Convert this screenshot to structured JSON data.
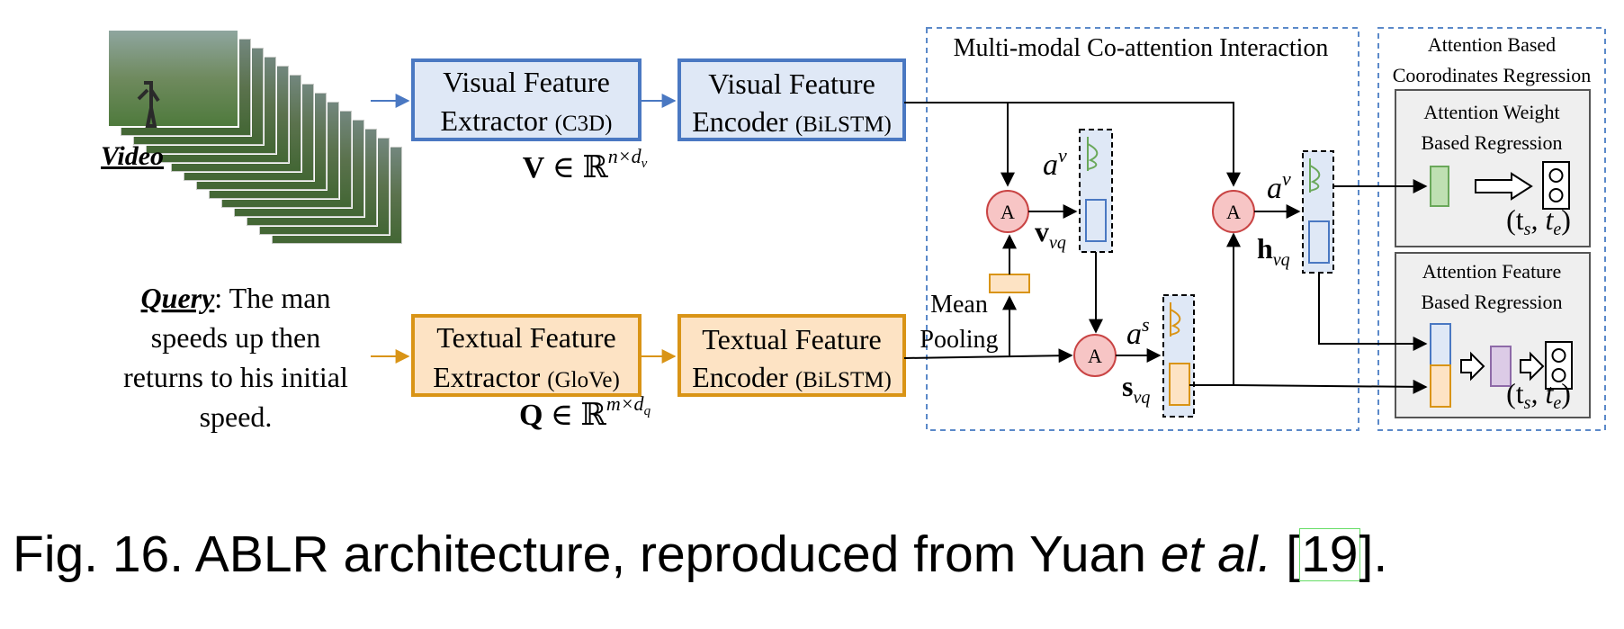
{
  "video_label": "Video",
  "query": {
    "label": "Query",
    "text_1": ": The man",
    "text_2": "speeds up then",
    "text_3": "returns to his initial",
    "text_4": "speed."
  },
  "boxes": {
    "visual_extractor": {
      "line1": "Visual Feature",
      "line2": "Extractor ",
      "line2_small": "(C3D)"
    },
    "visual_encoder": {
      "line1": "Visual Feature",
      "line2": "Encoder ",
      "line2_small": "(BiLSTM)"
    },
    "textual_extractor": {
      "line1": "Textual Feature",
      "line2": "Extractor ",
      "line2_small": "(GloVe)"
    },
    "textual_encoder": {
      "line1": "Textual Feature",
      "line2": "Encoder ",
      "line2_small": "(BiLSTM)"
    }
  },
  "math": {
    "V_bold": "V",
    "V_rest": " ∈ ℝ",
    "V_sup": "n×d",
    "V_sub": "v",
    "Q_bold": "Q",
    "Q_rest": " ∈ ℝ",
    "Q_sup": "m×d",
    "Q_sub": "q",
    "a_v": "a",
    "a_v_sup": "v",
    "a_s": "a",
    "a_s_sup": "s",
    "v_vq": "v",
    "v_vq_sub": "vq",
    "s_vq": "s",
    "s_vq_sub": "vq",
    "h_vq": "h",
    "h_vq_sub": "vq",
    "ts_te": "(t",
    "ts_sub": "s",
    "comma": ", t",
    "te_sub": "e",
    "close": ")"
  },
  "attention_node": "A",
  "mean_pooling": {
    "line1": "Mean",
    "line2": "Pooling"
  },
  "sections": {
    "coattention": "Multi-modal Co-attention Interaction",
    "regression_1": "Attention Based",
    "regression_2": "Coorodinates Regression",
    "weight_1": "Attention Weight",
    "weight_2": "Based Regression",
    "feature_1": "Attention Feature",
    "feature_2": "Based Regression"
  },
  "colors": {
    "visual": "#4a78c2",
    "visual_fill": "#dfe8f6",
    "textual": "#d99416",
    "textual_fill": "#fde3c4",
    "attn_node": "#f7c5c5",
    "attn_stroke": "#c94444",
    "dashed": "#5b89c9",
    "panel": "#efefef",
    "green": "#bfe0b2",
    "purple": "#dccbe6"
  },
  "caption": {
    "prefix": "Fig. 16. ABLR architecture, reproduced from Yuan ",
    "etal": "et al.",
    "mid": " [",
    "ref": "19",
    "suffix": "]."
  }
}
